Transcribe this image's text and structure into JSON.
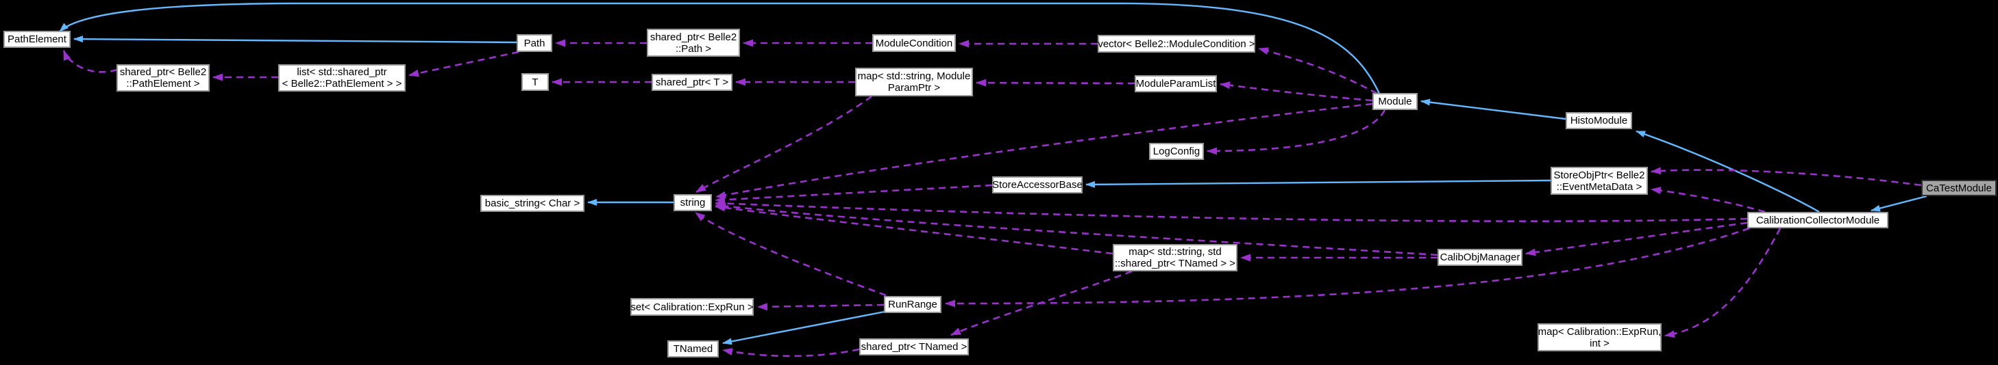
{
  "diagram": {
    "title": "CaTestModule collaboration graph",
    "background_color": "#000000",
    "colors": {
      "inheritance_edge": "#63B8FF",
      "usage_edge": "#9A32CD",
      "node_fill": "#FFFFFF",
      "node_border": "#9A9A9A",
      "highlight_node_fill": "#A3A3A3",
      "text": "#000000"
    },
    "nodes": [
      {
        "id": "pathelement",
        "lines": [
          "PathElement"
        ],
        "highlight": false
      },
      {
        "id": "sp-pathelement",
        "lines": [
          "shared_ptr< Belle2",
          "::PathElement >"
        ],
        "highlight": false
      },
      {
        "id": "list-pathelement",
        "lines": [
          "list< std::shared_ptr",
          "< Belle2::PathElement > >"
        ],
        "highlight": false
      },
      {
        "id": "path",
        "lines": [
          "Path"
        ],
        "highlight": false
      },
      {
        "id": "sp-path",
        "lines": [
          "shared_ptr< Belle2",
          "::Path >"
        ],
        "highlight": false
      },
      {
        "id": "modulecondition",
        "lines": [
          "ModuleCondition"
        ],
        "highlight": false
      },
      {
        "id": "vector-modulecondition",
        "lines": [
          "vector< Belle2::ModuleCondition >"
        ],
        "highlight": false
      },
      {
        "id": "t",
        "lines": [
          "T"
        ],
        "highlight": false
      },
      {
        "id": "sp-t",
        "lines": [
          "shared_ptr< T >"
        ],
        "highlight": false
      },
      {
        "id": "map-moduleparamptr",
        "lines": [
          "map< std::string, Module",
          "ParamPtr >"
        ],
        "highlight": false
      },
      {
        "id": "moduleparamlist",
        "lines": [
          "ModuleParamList"
        ],
        "highlight": false
      },
      {
        "id": "module",
        "lines": [
          "Module"
        ],
        "highlight": false
      },
      {
        "id": "logconfig",
        "lines": [
          "LogConfig"
        ],
        "highlight": false
      },
      {
        "id": "storeaccessorbase",
        "lines": [
          "StoreAccessorBase"
        ],
        "highlight": false
      },
      {
        "id": "basic-string-char",
        "lines": [
          "basic_string< Char >"
        ],
        "highlight": false
      },
      {
        "id": "string",
        "lines": [
          "string"
        ],
        "highlight": false
      },
      {
        "id": "histomodule",
        "lines": [
          "HistoModule"
        ],
        "highlight": false
      },
      {
        "id": "storeobjptr-eventmetadata",
        "lines": [
          "StoreObjPtr< Belle2",
          "::EventMetaData >"
        ],
        "highlight": false
      },
      {
        "id": "catestmodule",
        "lines": [
          "CaTestModule"
        ],
        "highlight": true
      },
      {
        "id": "calibrationcollectormodule",
        "lines": [
          "CalibrationCollectorModule"
        ],
        "highlight": false
      },
      {
        "id": "map-string-sp-tnamed",
        "lines": [
          "map< std::string, std",
          "::shared_ptr< TNamed > >"
        ],
        "highlight": false
      },
      {
        "id": "calibobjmanager",
        "lines": [
          "CalibObjManager"
        ],
        "highlight": false
      },
      {
        "id": "set-calibration-exprun",
        "lines": [
          "set< Calibration::ExpRun >"
        ],
        "highlight": false
      },
      {
        "id": "runrange",
        "lines": [
          "RunRange"
        ],
        "highlight": false
      },
      {
        "id": "tnamed",
        "lines": [
          "TNamed"
        ],
        "highlight": false
      },
      {
        "id": "sp-tnamed",
        "lines": [
          "shared_ptr< TNamed >"
        ],
        "highlight": false
      },
      {
        "id": "map-exprun-int",
        "lines": [
          "map< Calibration::ExpRun,",
          "int >"
        ],
        "highlight": false
      }
    ],
    "edges": [
      {
        "from": "path",
        "to": "pathelement",
        "type": "inheritance"
      },
      {
        "from": "module",
        "to": "pathelement",
        "type": "inheritance"
      },
      {
        "from": "string",
        "to": "basic-string-char",
        "type": "inheritance"
      },
      {
        "from": "histomodule",
        "to": "module",
        "type": "inheritance"
      },
      {
        "from": "calibrationcollectormodule",
        "to": "histomodule",
        "type": "inheritance"
      },
      {
        "from": "catestmodule",
        "to": "calibrationcollectormodule",
        "type": "inheritance"
      },
      {
        "from": "storeobjptr-eventmetadata",
        "to": "storeaccessorbase",
        "type": "inheritance"
      },
      {
        "from": "runrange",
        "to": "tnamed",
        "type": "inheritance"
      },
      {
        "from": "sp-pathelement",
        "to": "pathelement",
        "type": "usage"
      },
      {
        "from": "list-pathelement",
        "to": "sp-pathelement",
        "type": "usage"
      },
      {
        "from": "path",
        "to": "list-pathelement",
        "type": "usage"
      },
      {
        "from": "sp-path",
        "to": "path",
        "type": "usage"
      },
      {
        "from": "modulecondition",
        "to": "sp-path",
        "type": "usage"
      },
      {
        "from": "vector-modulecondition",
        "to": "modulecondition",
        "type": "usage"
      },
      {
        "from": "module",
        "to": "vector-modulecondition",
        "type": "usage"
      },
      {
        "from": "sp-t",
        "to": "t",
        "type": "usage"
      },
      {
        "from": "map-moduleparamptr",
        "to": "sp-t",
        "type": "usage"
      },
      {
        "from": "moduleparamlist",
        "to": "map-moduleparamptr",
        "type": "usage"
      },
      {
        "from": "module",
        "to": "moduleparamlist",
        "type": "usage"
      },
      {
        "from": "module",
        "to": "string",
        "type": "usage"
      },
      {
        "from": "module",
        "to": "logconfig",
        "type": "usage"
      },
      {
        "from": "map-moduleparamptr",
        "to": "string",
        "type": "usage"
      },
      {
        "from": "storeaccessorbase",
        "to": "string",
        "type": "usage"
      },
      {
        "from": "calibrationcollectormodule",
        "to": "string",
        "type": "usage"
      },
      {
        "from": "map-string-sp-tnamed",
        "to": "string",
        "type": "usage"
      },
      {
        "from": "calibobjmanager",
        "to": "string",
        "type": "usage"
      },
      {
        "from": "runrange",
        "to": "string",
        "type": "usage"
      },
      {
        "from": "catestmodule",
        "to": "storeobjptr-eventmetadata",
        "type": "usage"
      },
      {
        "from": "calibrationcollectormodule",
        "to": "storeobjptr-eventmetadata",
        "type": "usage"
      },
      {
        "from": "calibrationcollectormodule",
        "to": "calibobjmanager",
        "type": "usage"
      },
      {
        "from": "calibobjmanager",
        "to": "map-string-sp-tnamed",
        "type": "usage"
      },
      {
        "from": "map-string-sp-tnamed",
        "to": "sp-tnamed",
        "type": "usage"
      },
      {
        "from": "sp-tnamed",
        "to": "tnamed",
        "type": "usage"
      },
      {
        "from": "runrange",
        "to": "set-calibration-exprun",
        "type": "usage"
      },
      {
        "from": "calibrationcollectormodule",
        "to": "runrange",
        "type": "usage"
      },
      {
        "from": "calibrationcollectormodule",
        "to": "map-exprun-int",
        "type": "usage"
      }
    ]
  }
}
